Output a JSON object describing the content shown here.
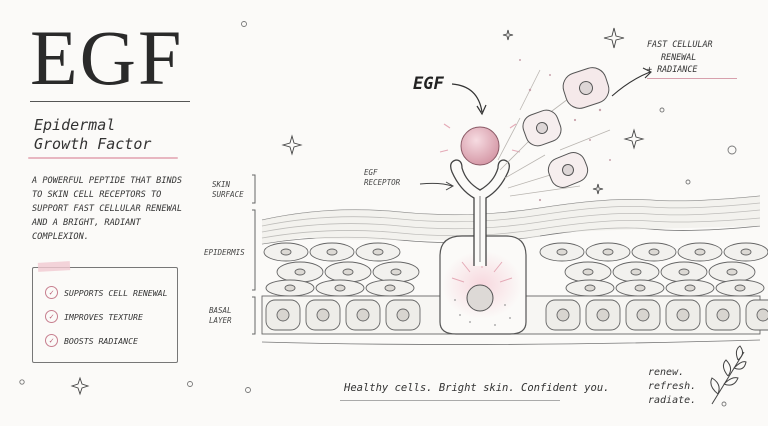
{
  "title": "EGF",
  "subtitle": {
    "line1": "Epidermal",
    "line2": "Growth Factor"
  },
  "description": "A powerful peptide that binds to skin cell receptors to support fast cellular renewal and a bright, radiant complexion.",
  "benefits": [
    "Supports cell renewal",
    "Improves texture",
    "Boosts radiance"
  ],
  "check_glyph": "✓",
  "labels": {
    "skin_surface": {
      "line1": "Skin",
      "line2": "surface"
    },
    "epidermis": "Epidermis",
    "basal_layer": {
      "line1": "Basal",
      "line2": "layer"
    },
    "egf": "EGF",
    "receptor": {
      "line1": "EGF",
      "line2": "Receptor"
    }
  },
  "outcome": {
    "line1": "Fast cellular",
    "line2": "renewal",
    "line3": "+ radiance"
  },
  "tagline": "Healthy cells. Bright skin. Confident you.",
  "motto": {
    "line1": "renew.",
    "line2": "refresh.",
    "line3": "radiate."
  },
  "colors": {
    "accent_pink": "#e8b7c1",
    "ink": "#2b2b2b",
    "cell_fill": "#f4f3f0"
  },
  "icons": [
    "sparkle-icon",
    "check-icon",
    "leaf-sprig-icon",
    "arrow-icon"
  ]
}
